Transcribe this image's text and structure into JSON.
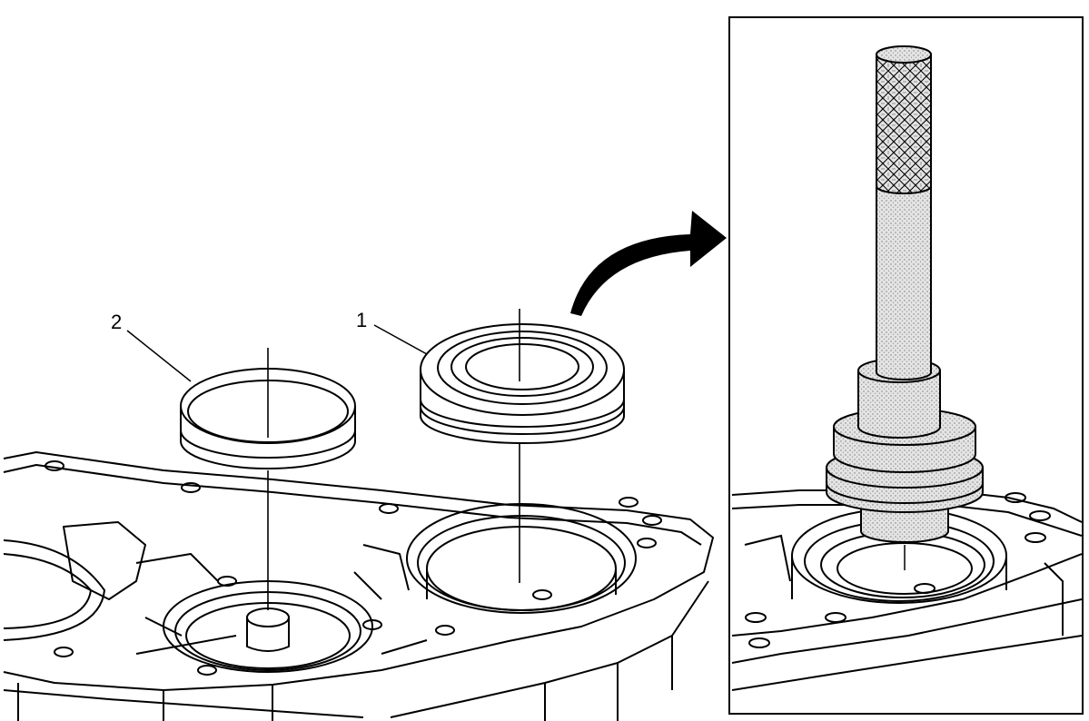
{
  "callouts": [
    {
      "id": "1",
      "text": "1"
    },
    {
      "id": "2",
      "text": "2"
    }
  ],
  "colors": {
    "line": "#000000",
    "background": "#ffffff",
    "tool_shading": "#cfcfcf"
  },
  "icons": {
    "transition_arrow": "curved-arrow-right-icon",
    "knurled_grip": "knurled-handle-icon"
  }
}
